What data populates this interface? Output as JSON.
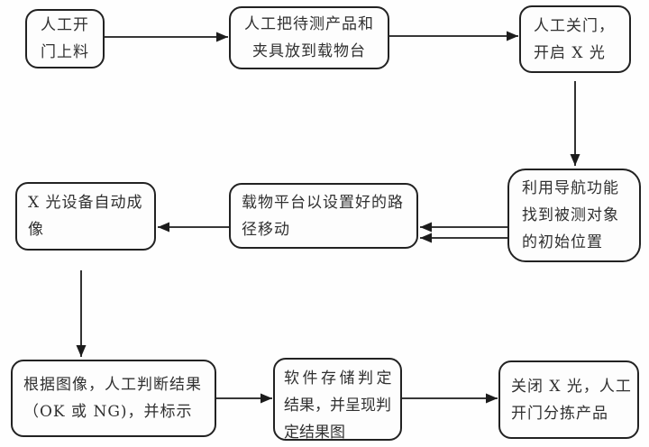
{
  "diagram": {
    "type": "flowchart",
    "colors": {
      "background": "#fefefe",
      "node_border": "#222222",
      "text": "#303030",
      "arrow": "#1c1c1c"
    },
    "nodes": [
      {
        "id": "manual-open-door-load",
        "lines": [
          "人工开",
          "门上料"
        ]
      },
      {
        "id": "place-product-on-stage",
        "lines": [
          "人工把待测产品和",
          "夹具放到载物台"
        ]
      },
      {
        "id": "close-door-xray-on",
        "lines": [
          "人工关门，",
          "开启 X 光"
        ]
      },
      {
        "id": "xray-auto-imaging",
        "lines": [
          "X 光设备自动成",
          "像"
        ]
      },
      {
        "id": "stage-moves-on-path",
        "lines": [
          "载物平台以设置好的路",
          "径移动"
        ]
      },
      {
        "id": "navigate-initial-position",
        "lines": [
          "利用导航功能",
          "找到被测对象",
          "的初始位置"
        ]
      },
      {
        "id": "manual-judge-result",
        "lines": [
          "根据图像，人工判断结果",
          "（OK 或 NG)，并标示"
        ]
      },
      {
        "id": "software-store-result",
        "lines": [
          "软件存储判定",
          "结果，并呈现判",
          "定结果图"
        ]
      },
      {
        "id": "xray-off-sort-product",
        "lines": [
          "关闭 X 光，人工",
          "开门分拣产品"
        ]
      }
    ],
    "edges": [
      {
        "from": "manual-open-door-load",
        "to": "place-product-on-stage",
        "style": "single"
      },
      {
        "from": "place-product-on-stage",
        "to": "close-door-xray-on",
        "style": "single"
      },
      {
        "from": "close-door-xray-on",
        "to": "navigate-initial-position",
        "style": "single"
      },
      {
        "from": "navigate-initial-position",
        "to": "stage-moves-on-path",
        "style": "double"
      },
      {
        "from": "stage-moves-on-path",
        "to": "xray-auto-imaging",
        "style": "single"
      },
      {
        "from": "xray-auto-imaging",
        "to": "manual-judge-result",
        "style": "single"
      },
      {
        "from": "manual-judge-result",
        "to": "software-store-result",
        "style": "single"
      },
      {
        "from": "software-store-result",
        "to": "xray-off-sort-product",
        "style": "single"
      }
    ]
  }
}
